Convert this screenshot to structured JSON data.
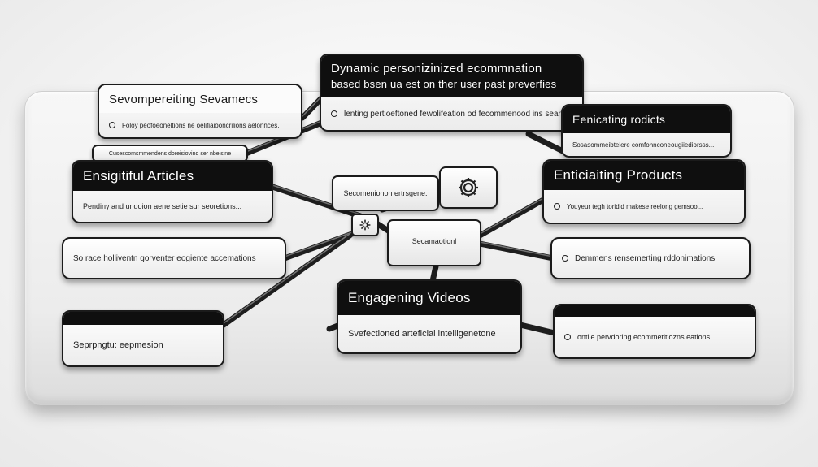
{
  "top_card": {
    "title_line1": "Dynamic personizinized ecommnation",
    "title_line2": "based bsen ua est on ther user past preverfies",
    "body": "lenting pertioeftoned fewolifeation od fecommenood ins searches."
  },
  "left_top_card": {
    "title": "Sevompereiting Sevamecs",
    "body": "Foloy peofoeoneltions ne oelifiaiooncrilions aelonnces."
  },
  "left_tab_small": {
    "text": "Cusescomsmmendens doreisiovind ser nbeisine"
  },
  "articles_card": {
    "title": "Ensigitiful Articles",
    "body": "Pendiny and undoion aene setie sur seoretions..."
  },
  "left_mid_card": {
    "text": "So race holliventn gorventer eogiente accemations"
  },
  "left_bottom_card": {
    "text": "Seprpngtu: eepmesion"
  },
  "right_top_card": {
    "title": "Eenicating rodicts",
    "body": "Sosasommeibtelere comfohnconeougiiediorsss..."
  },
  "products_card": {
    "title": "Enticiaiting Products",
    "body": "Youyeur tegh toridld makese reelong gemsoo..."
  },
  "right_mid_card": {
    "text": "Demmens rensemerting rddonimations"
  },
  "right_bottom_card": {
    "text": "ontile pervdoring ecommetitiozns eations"
  },
  "videos_card": {
    "title": "Engagening  Videos",
    "body": "Svefectioned arteficial intelligenetone"
  },
  "hub_label_top": {
    "text": "Secomenionon ertrsgene."
  },
  "hub_label_center": {
    "text": "Secamaotionl"
  },
  "colors": {
    "header": "#0f0f0f",
    "card": "#f2f2f2",
    "connector": "#2a2a2a",
    "board": "#ececec"
  }
}
